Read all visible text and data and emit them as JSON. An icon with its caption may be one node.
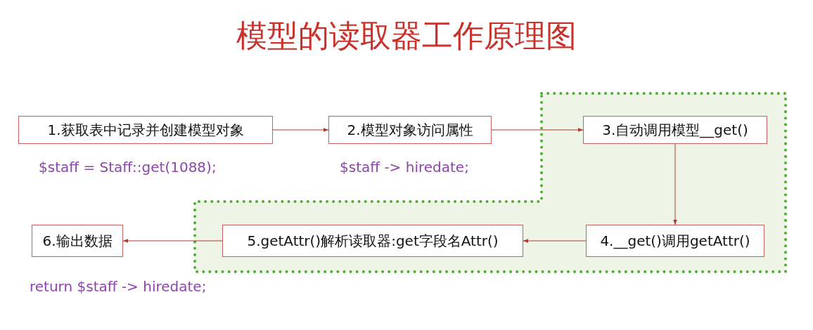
{
  "diagram": {
    "title": "模型的读取器工作原理图",
    "nodes": [
      {
        "text": [
          "1.获取表中记录并创建模型对象"
        ],
        "beside": [
          "$staff = Staff::get(1088);"
        ]
      },
      {
        "text": [
          "2.模型对象访问属性"
        ],
        "beside": [
          "$staff -> hiredate;"
        ]
      },
      {
        "text": [
          "3.自动调用模型__get()"
        ]
      },
      {
        "text": [
          "4.__get()调用getAttr()"
        ]
      },
      {
        "text": [
          "5.getAttr()解析读取器:get字段名Attr()"
        ]
      },
      {
        "text": [
          "6.输出数据"
        ],
        "beside": [
          "return $staff -> hiredate;"
        ]
      }
    ],
    "edges": [
      {
        "from": 0,
        "to": 1,
        "arrow": "to"
      },
      {
        "from": 1,
        "to": 2,
        "arrow": "to"
      },
      {
        "from": 2,
        "to": 3,
        "arrow": "to"
      },
      {
        "from": 3,
        "to": 4,
        "arrow": "to"
      },
      {
        "from": 4,
        "to": 5,
        "arrow": "to"
      }
    ]
  }
}
